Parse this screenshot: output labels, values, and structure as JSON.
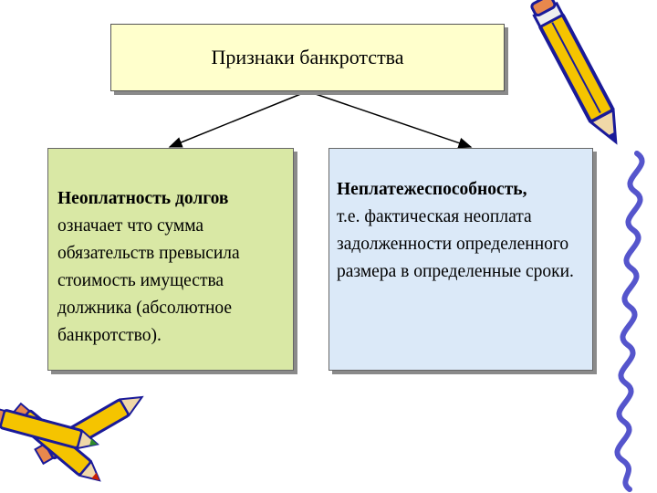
{
  "diagram": {
    "title": "Признаки банкротства",
    "left": {
      "lead": "Неоплатность долгов",
      "text": "означает что сумма обязательств превысила стоимость имущества должника (абсолютное банкротство)."
    },
    "right": {
      "lead": "Неплатежеспособность,",
      "text": "т.е. фактическая неоплата задолженности определенного размера в определенные сроки."
    }
  },
  "decorations": {
    "pencil_colors": [
      "#f5c400",
      "#1a1a99",
      "#cc2200",
      "#2d8a2d"
    ],
    "squiggle_color": "#5555cc",
    "icons": [
      "pencil-icon",
      "pencils-cluster-icon",
      "wavy-line"
    ]
  }
}
